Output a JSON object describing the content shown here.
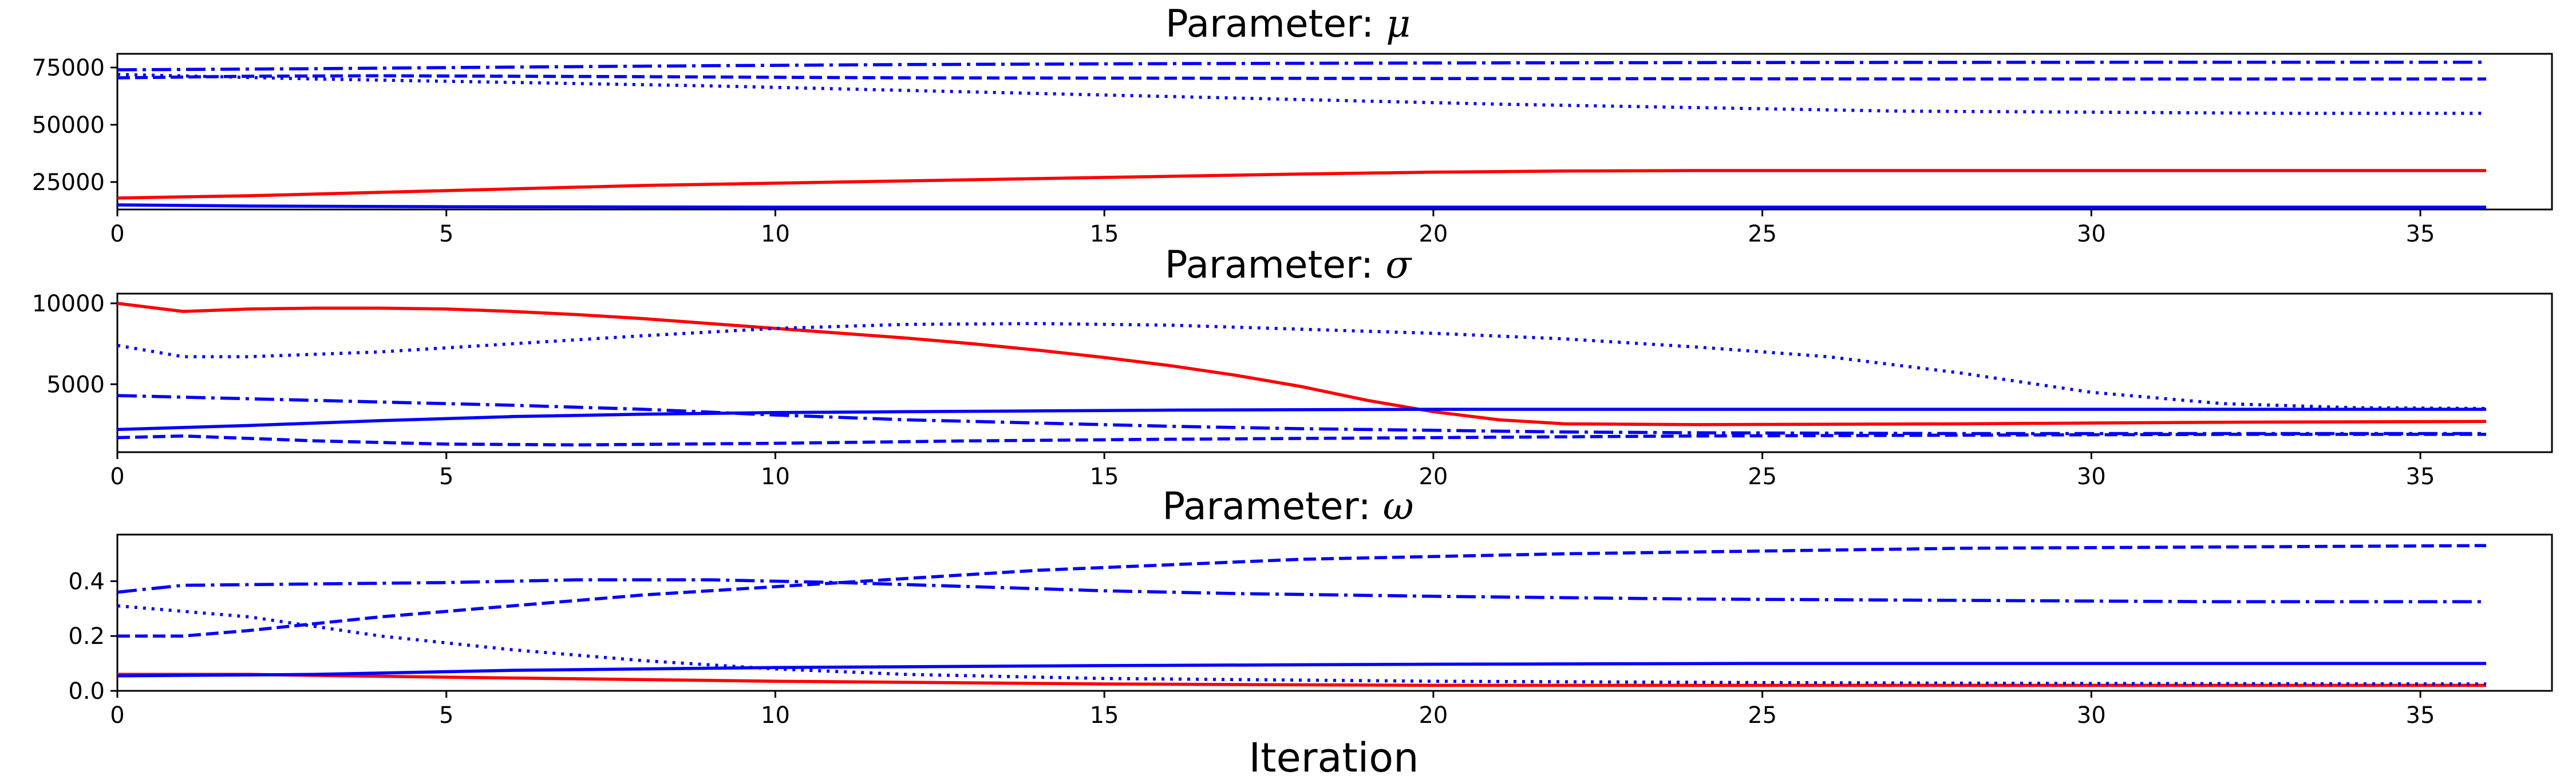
{
  "chart_data": [
    {
      "type": "line",
      "title_prefix": "Parameter: ",
      "title_symbol": "μ",
      "xlim": [
        0,
        37
      ],
      "ylim": [
        13000,
        81000
      ],
      "xticks": [
        0,
        5,
        10,
        15,
        20,
        25,
        30,
        35
      ],
      "yticks": [
        25000,
        50000,
        75000
      ],
      "series": [
        {
          "style": "solid",
          "color": "#ff0000",
          "points": [
            [
              0,
              18000
            ],
            [
              2,
              19000
            ],
            [
              4,
              20500
            ],
            [
              6,
              22000
            ],
            [
              8,
              23500
            ],
            [
              10,
              24500
            ],
            [
              12,
              25500
            ],
            [
              14,
              26500
            ],
            [
              16,
              27500
            ],
            [
              18,
              28500
            ],
            [
              20,
              29300
            ],
            [
              22,
              29800
            ],
            [
              24,
              30000
            ],
            [
              28,
              30000
            ],
            [
              32,
              30000
            ],
            [
              36,
              30000
            ]
          ]
        },
        {
          "style": "solid",
          "color": "#0000ff",
          "points": [
            [
              0,
              15000
            ],
            [
              2,
              14500
            ],
            [
              5,
              14200
            ],
            [
              10,
              14000
            ],
            [
              20,
              14000
            ],
            [
              36,
              14000
            ]
          ]
        },
        {
          "style": "dotted",
          "color": "#0000ff",
          "points": [
            [
              0,
              72000
            ],
            [
              3,
              70000
            ],
            [
              6,
              68500
            ],
            [
              9,
              67000
            ],
            [
              12,
              65000
            ],
            [
              15,
              63000
            ],
            [
              18,
              61000
            ],
            [
              21,
              59000
            ],
            [
              24,
              57500
            ],
            [
              27,
              56000
            ],
            [
              30,
              55500
            ],
            [
              33,
              55000
            ],
            [
              36,
              55000
            ]
          ]
        },
        {
          "style": "dashed",
          "color": "#0000ff",
          "points": [
            [
              0,
              70500
            ],
            [
              2,
              71200
            ],
            [
              4,
              71400
            ],
            [
              8,
              71000
            ],
            [
              12,
              70500
            ],
            [
              20,
              70200
            ],
            [
              28,
              70000
            ],
            [
              36,
              70000
            ]
          ]
        },
        {
          "style": "dashdot",
          "color": "#0000ff",
          "points": [
            [
              0,
              74000
            ],
            [
              3,
              74500
            ],
            [
              6,
              75200
            ],
            [
              9,
              75800
            ],
            [
              12,
              76300
            ],
            [
              16,
              76700
            ],
            [
              20,
              77000
            ],
            [
              25,
              77200
            ],
            [
              30,
              77300
            ],
            [
              36,
              77300
            ]
          ]
        }
      ]
    },
    {
      "type": "line",
      "title_prefix": "Parameter: ",
      "title_symbol": "σ",
      "xlim": [
        0,
        37
      ],
      "ylim": [
        800,
        10600
      ],
      "xticks": [
        0,
        5,
        10,
        15,
        20,
        25,
        30,
        35
      ],
      "yticks": [
        5000,
        10000
      ],
      "series": [
        {
          "style": "solid",
          "color": "#ff0000",
          "points": [
            [
              0,
              10000
            ],
            [
              1,
              9500
            ],
            [
              2,
              9650
            ],
            [
              3,
              9700
            ],
            [
              4,
              9700
            ],
            [
              5,
              9650
            ],
            [
              6,
              9500
            ],
            [
              7,
              9300
            ],
            [
              8,
              9050
            ],
            [
              9,
              8750
            ],
            [
              10,
              8450
            ],
            [
              11,
              8150
            ],
            [
              12,
              7850
            ],
            [
              13,
              7500
            ],
            [
              14,
              7100
            ],
            [
              15,
              6650
            ],
            [
              16,
              6150
            ],
            [
              17,
              5550
            ],
            [
              18,
              4850
            ],
            [
              19,
              4000
            ],
            [
              20,
              3300
            ],
            [
              21,
              2800
            ],
            [
              22,
              2550
            ],
            [
              24,
              2500
            ],
            [
              28,
              2550
            ],
            [
              32,
              2650
            ],
            [
              36,
              2700
            ]
          ]
        },
        {
          "style": "solid",
          "color": "#0000ff",
          "points": [
            [
              0,
              2200
            ],
            [
              2,
              2450
            ],
            [
              4,
              2750
            ],
            [
              6,
              3000
            ],
            [
              8,
              3150
            ],
            [
              10,
              3250
            ],
            [
              12,
              3300
            ],
            [
              14,
              3350
            ],
            [
              16,
              3400
            ],
            [
              20,
              3450
            ],
            [
              28,
              3450
            ],
            [
              36,
              3450
            ]
          ]
        },
        {
          "style": "dotted",
          "color": "#0000ff",
          "points": [
            [
              0,
              7400
            ],
            [
              1,
              6700
            ],
            [
              2,
              6700
            ],
            [
              4,
              7000
            ],
            [
              6,
              7500
            ],
            [
              8,
              8000
            ],
            [
              10,
              8450
            ],
            [
              12,
              8700
            ],
            [
              14,
              8750
            ],
            [
              16,
              8650
            ],
            [
              18,
              8400
            ],
            [
              20,
              8150
            ],
            [
              22,
              7800
            ],
            [
              24,
              7300
            ],
            [
              26,
              6700
            ],
            [
              28,
              5700
            ],
            [
              30,
              4500
            ],
            [
              32,
              3800
            ],
            [
              34,
              3550
            ],
            [
              36,
              3500
            ]
          ]
        },
        {
          "style": "dashed",
          "color": "#0000ff",
          "points": [
            [
              0,
              1700
            ],
            [
              1,
              1800
            ],
            [
              3,
              1500
            ],
            [
              5,
              1300
            ],
            [
              7,
              1250
            ],
            [
              10,
              1350
            ],
            [
              13,
              1500
            ],
            [
              16,
              1600
            ],
            [
              20,
              1700
            ],
            [
              24,
              1800
            ],
            [
              28,
              1850
            ],
            [
              32,
              1900
            ],
            [
              36,
              1900
            ]
          ]
        },
        {
          "style": "dashdot",
          "color": "#0000ff",
          "points": [
            [
              0,
              4300
            ],
            [
              2,
              4100
            ],
            [
              4,
              3900
            ],
            [
              6,
              3700
            ],
            [
              8,
              3450
            ],
            [
              10,
              3100
            ],
            [
              12,
              2800
            ],
            [
              14,
              2600
            ],
            [
              16,
              2400
            ],
            [
              18,
              2250
            ],
            [
              20,
              2150
            ],
            [
              22,
              2050
            ],
            [
              24,
              2000
            ],
            [
              28,
              1950
            ],
            [
              32,
              1950
            ],
            [
              36,
              1950
            ]
          ]
        }
      ]
    },
    {
      "type": "line",
      "title_prefix": "Parameter: ",
      "title_symbol": "ω",
      "xlim": [
        0,
        37
      ],
      "ylim": [
        0.0,
        0.57
      ],
      "xticks": [
        0,
        5,
        10,
        15,
        20,
        25,
        30,
        35
      ],
      "yticks": [
        0.0,
        0.2,
        0.4
      ],
      "xlabel": "Iteration",
      "series": [
        {
          "style": "solid",
          "color": "#ff0000",
          "points": [
            [
              0,
              0.06
            ],
            [
              2,
              0.06
            ],
            [
              5,
              0.05
            ],
            [
              10,
              0.035
            ],
            [
              15,
              0.025
            ],
            [
              20,
              0.02
            ],
            [
              25,
              0.02
            ],
            [
              30,
              0.02
            ],
            [
              36,
              0.02
            ]
          ]
        },
        {
          "style": "solid",
          "color": "#0000ff",
          "points": [
            [
              0,
              0.055
            ],
            [
              3,
              0.06
            ],
            [
              6,
              0.075
            ],
            [
              10,
              0.085
            ],
            [
              15,
              0.092
            ],
            [
              20,
              0.097
            ],
            [
              25,
              0.1
            ],
            [
              30,
              0.1
            ],
            [
              36,
              0.1
            ]
          ]
        },
        {
          "style": "dotted",
          "color": "#0000ff",
          "points": [
            [
              0,
              0.31
            ],
            [
              2,
              0.27
            ],
            [
              4,
              0.2
            ],
            [
              6,
              0.15
            ],
            [
              8,
              0.11
            ],
            [
              10,
              0.08
            ],
            [
              12,
              0.06
            ],
            [
              15,
              0.045
            ],
            [
              20,
              0.035
            ],
            [
              25,
              0.03
            ],
            [
              30,
              0.027
            ],
            [
              36,
              0.025
            ]
          ]
        },
        {
          "style": "dashed",
          "color": "#0000ff",
          "points": [
            [
              0,
              0.2
            ],
            [
              1,
              0.2
            ],
            [
              2,
              0.22
            ],
            [
              4,
              0.27
            ],
            [
              6,
              0.31
            ],
            [
              8,
              0.35
            ],
            [
              10,
              0.38
            ],
            [
              12,
              0.41
            ],
            [
              14,
              0.44
            ],
            [
              16,
              0.46
            ],
            [
              18,
              0.48
            ],
            [
              20,
              0.49
            ],
            [
              22,
              0.5
            ],
            [
              25,
              0.51
            ],
            [
              28,
              0.52
            ],
            [
              32,
              0.525
            ],
            [
              36,
              0.53
            ]
          ]
        },
        {
          "style": "dashdot",
          "color": "#0000ff",
          "points": [
            [
              0,
              0.36
            ],
            [
              1,
              0.385
            ],
            [
              3,
              0.39
            ],
            [
              5,
              0.395
            ],
            [
              7,
              0.405
            ],
            [
              9,
              0.405
            ],
            [
              11,
              0.395
            ],
            [
              13,
              0.38
            ],
            [
              15,
              0.365
            ],
            [
              17,
              0.355
            ],
            [
              20,
              0.345
            ],
            [
              24,
              0.335
            ],
            [
              28,
              0.33
            ],
            [
              32,
              0.325
            ],
            [
              36,
              0.325
            ]
          ]
        }
      ]
    }
  ]
}
